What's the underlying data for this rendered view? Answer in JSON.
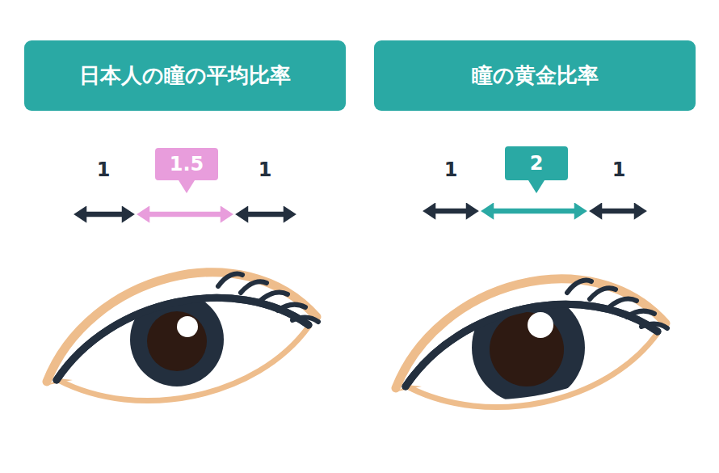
{
  "diagram": {
    "nodes": [
      {
        "text": [
          "日本人の瞳の平均比率"
        ]
      },
      {
        "text": [
          "瞳の黄金比率"
        ]
      },
      {
        "text": [
          "1.5"
        ]
      },
      {
        "text": [
          "2"
        ]
      }
    ],
    "labels": [
      "1",
      "1",
      "1",
      "1"
    ]
  }
}
